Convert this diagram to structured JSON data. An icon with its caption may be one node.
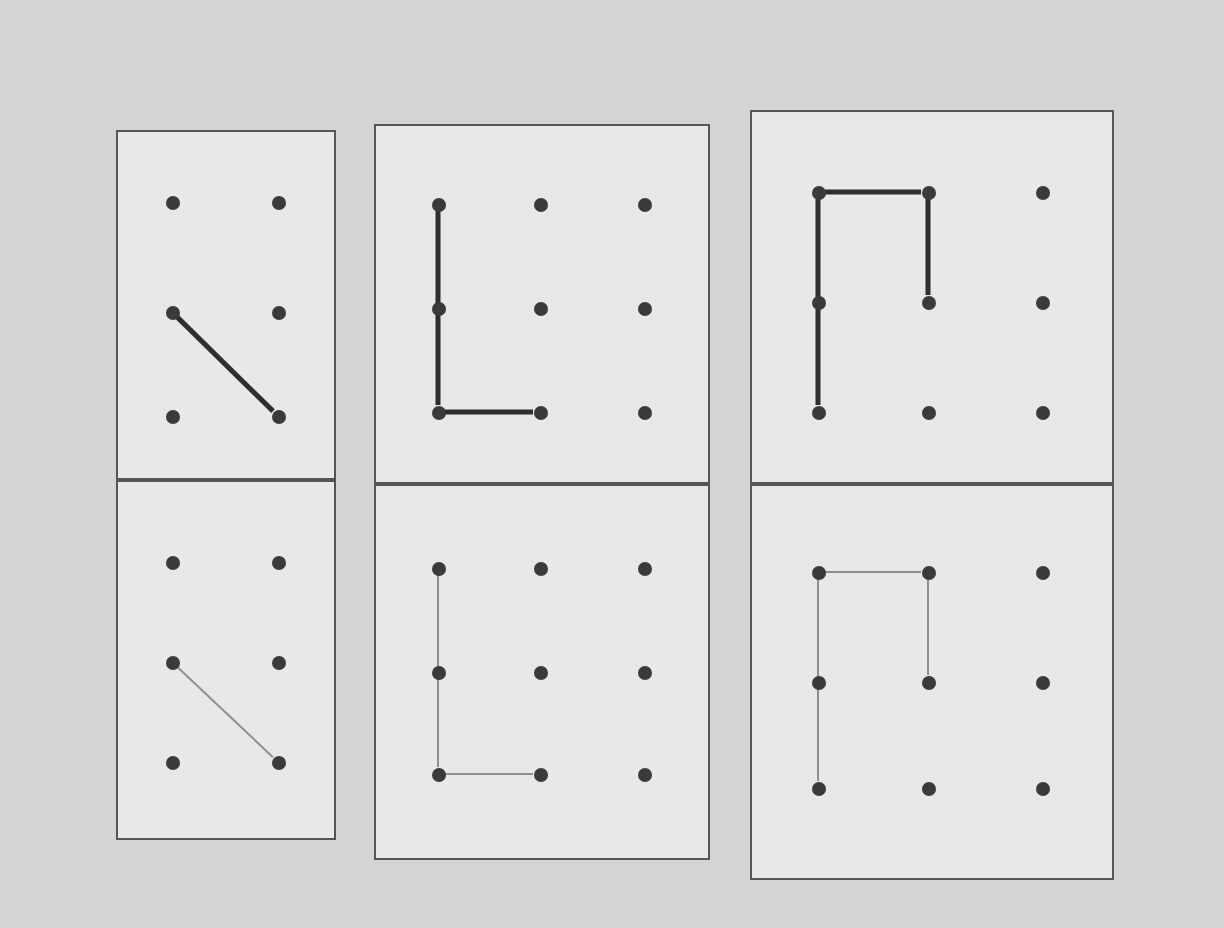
{
  "diagram": {
    "nodes": [
      {
        "text": [],
        "shape": "box"
      },
      {
        "text": [],
        "shape": "box"
      },
      {
        "text": [],
        "shape": "box"
      },
      {
        "text": [],
        "shape": "box"
      },
      {
        "text": [],
        "shape": "box"
      },
      {
        "text": [],
        "shape": "box"
      },
      {
        "text": [],
        "shape": "circle",
        "in": 0
      },
      {
        "text": [],
        "shape": "circle",
        "in": 0
      },
      {
        "text": [],
        "shape": "circle",
        "in": 1
      },
      {
        "text": [],
        "shape": "circle",
        "in": 1
      },
      {
        "text": [],
        "shape": "circle",
        "in": 1
      },
      {
        "text": [],
        "shape": "circle",
        "in": 2
      },
      {
        "text": [],
        "shape": "circle",
        "in": 2
      },
      {
        "text": [],
        "shape": "circle",
        "in": 2
      },
      {
        "text": [],
        "shape": "circle",
        "in": 2
      },
      {
        "text": [],
        "shape": "circle",
        "in": 3
      },
      {
        "text": [],
        "shape": "circle",
        "in": 3
      },
      {
        "text": [],
        "shape": "circle",
        "in": 4
      },
      {
        "text": [],
        "shape": "circle",
        "in": 4
      },
      {
        "text": [],
        "shape": "circle",
        "in": 4
      },
      {
        "text": [],
        "shape": "circle",
        "in": 5
      },
      {
        "text": [],
        "shape": "circle",
        "in": 5
      },
      {
        "text": [],
        "shape": "circle",
        "in": 5
      },
      {
        "text": [],
        "shape": "circle",
        "in": 5
      }
    ],
    "edges": [
      {
        "from": 6,
        "to": 7,
        "arrow": "none",
        "style": "thick"
      },
      {
        "from": 8,
        "to": 9,
        "arrow": "none",
        "style": "thick"
      },
      {
        "from": 9,
        "to": 10,
        "arrow": "none",
        "style": "thick"
      },
      {
        "from": 11,
        "to": 12,
        "arrow": "none",
        "style": "thick"
      },
      {
        "from": 12,
        "to": 13,
        "arrow": "none",
        "style": "thick"
      },
      {
        "from": 13,
        "to": 14,
        "arrow": "none",
        "style": "thick"
      },
      {
        "from": 15,
        "to": 16,
        "arrow": "none",
        "color": "#8f8f8f"
      },
      {
        "from": 17,
        "to": 18,
        "arrow": "none",
        "color": "#8f8f8f"
      },
      {
        "from": 18,
        "to": 19,
        "arrow": "none",
        "color": "#8f8f8f"
      },
      {
        "from": 20,
        "to": 21,
        "arrow": "none",
        "color": "#8f8f8f"
      },
      {
        "from": 21,
        "to": 22,
        "arrow": "none",
        "color": "#8f8f8f"
      },
      {
        "from": 20,
        "to": 23,
        "arrow": "none",
        "color": "#8f8f8f"
      }
    ]
  }
}
